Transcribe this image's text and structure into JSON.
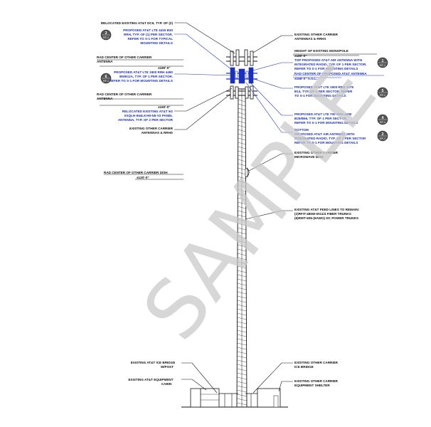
{
  "watermark": "SAMPLE",
  "colors": {
    "proposed": "#1c31b8",
    "existing": "#111111",
    "badge": "#555555",
    "watermark": "#c9c9c9"
  },
  "labels": {
    "relocated_dcs": "RELOCATED EXISTING AT&T DC6, TYP. OF (2)",
    "lte4415_l1": "PROPOSED AT&T LTE 4415 B30",
    "lte4415_l2": "RRH, TYP. OF (1) PER SECTOR.",
    "lte4415_l3": "REFER TO S-1 FOR TYPICAL",
    "lte4415_l4": "MOUNTING DETAILS",
    "rad_center_other_l1": "RAD CENTER OF OTHER CARRIER",
    "rad_center_other_l2": "ANTENNA",
    "elev_180": "±180'-0\"",
    "lte1900_4490_l1": "PROPOSED AT&T LTE 1900 RRH 4490",
    "lte1900_4490_l2": "B5/B12A, TYP. OF 1 PER SECTOR.",
    "lte1900_4490_l3": "REFER TO S-1 FOR MOUNTING DETAILS",
    "rad_center_other2_l1": "RAD CENTER OF OTHER CARRIER",
    "rad_center_other2_l2": "ANTENNA",
    "elev_160": "±160'-0\"",
    "relocated_5g_l1": "RELOCATED EXISTING AT&T 5G",
    "relocated_5g_l2": "XXQLH-654L8 H8-N5-V2 PANEL",
    "relocated_5g_l3": "ANTENNA, TYP. OF 2 PER SECTOR",
    "existing_other_l1": "EXISTING OTHER CARRIER",
    "existing_other_l2": "ANTENNAS & RRHS",
    "rad_dish_l1": "RAD CENTER OF OTHER CARRIER DISH",
    "rad_dish_l2": "±120'-0\"",
    "r_existing_top_l1": "EXISTING OTHER CARRIER",
    "r_existing_top_l2": "ANTENNAS & RRHS",
    "r_height_l1": "HEIGHT OF EXISTING MONOPOLE",
    "r_height_l2": "±180'-0\"",
    "r_top_l1": "TOP PROPOSED AT&T AIR ANTENNA WITH",
    "r_top_l2": "INTEGRATED RADIO, TYP. OF 1 PER SECTOR.",
    "r_top_l3": "REFER TO S-1 FOR MOUNTING DETAILS",
    "r_rad_center_l1": "RAD CENTER OF PROPOSED AT&T ANTENNA",
    "r_rad_center_l2": "±168'-0\" A.G.L.",
    "r_lte4478_l1": "PROPOSED AT&T LTE 1900 RRH 4478",
    "r_lte4478_l2": "B14, TYP. OF 1 PER SECTOR. REFER",
    "r_lte4478_l3": "TO S-1 FOR MOUNTING DETAILS",
    "r_lte700_l1": "PROPOSED AT&T LTE 700 RRH 4890",
    "r_lte700_l2": "B25/B66, TYP. OF 1 PER SECTOR.",
    "r_lte700_l3": "REFER TO S-1 FOR MOUNTING DETAILS",
    "r_bottom_l1": "BOTTOM",
    "r_bottom_l2": "PROPOSED AT&T AIR ANTENNA WITH",
    "r_bottom_l3": "INTEGRATED RADIO, TYP. OF 1 PER SECTOR",
    "r_bottom_l4": "REFER TO S-1 FOR MOUNTING DETAILS",
    "r_dish_l1": "EXISTING OTHER CARRIER",
    "r_dish_l2": "MICROWAVE DISH",
    "r_feed_l1": "EXISTING AT&T FEED LINES TO REMAIN:",
    "r_feed_l2": "(2)RFIT-485W-0011/4 FIBER TRUNKS",
    "r_feed_l3": "(8)RWT-606-(6AWG) DC POWER TRUNKS",
    "ice_bridge_l1": "EXISTING AT&T ICE BRIDGE",
    "ice_bridge_l2": "W/POST",
    "equip_cabin_l1": "EXISTING AT&T EQUIPMENT",
    "equip_cabin_l2": "CABIN",
    "r_ice_l1": "EXISTING OTHER CARRIER",
    "r_ice_l2": "ICE BRIDGE",
    "r_shelter_l1": "EXISTING OTHER CARRIER",
    "r_shelter_l2": "EQUIPMENT SHELTER"
  },
  "badges": [
    {
      "num": "3",
      "sheet": "RF-1"
    },
    {
      "num": "6",
      "sheet": "RF-1"
    },
    {
      "num": "1",
      "sheet": "RF-1"
    },
    {
      "num": "5",
      "sheet": "RF-1"
    },
    {
      "num": "4",
      "sheet": "RF-1"
    },
    {
      "num": "2",
      "sheet": "RF-1"
    }
  ]
}
